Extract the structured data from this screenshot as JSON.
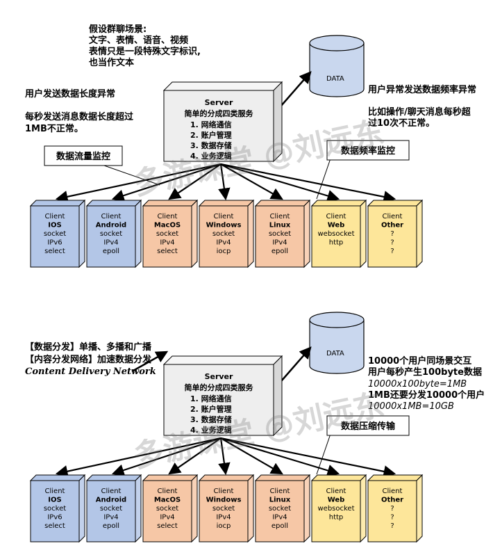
{
  "colors": {
    "ios": "#b3c6e7",
    "android": "#b3c6e7",
    "macos": "#f6c7a6",
    "windows": "#f6c7a6",
    "linux": "#f6c7a6",
    "web": "#fde69a",
    "other": "#fde69a",
    "server": "#eeeeee",
    "database": "#c9d7ee",
    "outline": "#000000"
  },
  "server": {
    "title": "Server",
    "subtitle": "简单的分成四类服务",
    "items": [
      "1.  网络通信",
      "2.  账户管理",
      "3.  数据存储",
      "4.  业务逻辑"
    ]
  },
  "database": {
    "label": "DATA"
  },
  "clients": [
    {
      "key": "ios",
      "lines": [
        "Client",
        "IOS",
        "socket",
        "IPv6",
        "select"
      ]
    },
    {
      "key": "android",
      "lines": [
        "Client",
        "Android",
        "socket",
        "IPv4",
        "epoll"
      ]
    },
    {
      "key": "macos",
      "lines": [
        "Client",
        "MacOS",
        "socket",
        "IPv4",
        "select"
      ]
    },
    {
      "key": "windows",
      "lines": [
        "Client",
        "Windows",
        "socket",
        "IPv4",
        "iocp"
      ]
    },
    {
      "key": "linux",
      "lines": [
        "Client",
        "Linux",
        "socket",
        "IPv4",
        "epoll"
      ]
    },
    {
      "key": "web",
      "lines": [
        "Client",
        "Web",
        "websocket",
        "http"
      ]
    },
    {
      "key": "other",
      "lines": [
        "Client",
        "Other",
        "?",
        "?",
        "?"
      ]
    }
  ],
  "top": {
    "assumption": [
      "假设群聊场景:",
      "文字、表情、语音、视频",
      "表情只是一段特殊文字标识,",
      "也当作文本"
    ],
    "length_anomaly": [
      "用户发送数据长度异常",
      "",
      "每秒发送消息数据长度超过",
      "1MB不正常。"
    ],
    "freq_anomaly": [
      "用户异常发送数据频率异常",
      "",
      "比如操作/聊天消息每秒超",
      "过10次不正常。"
    ],
    "flow_monitor_callout": "数据流量监控",
    "freq_monitor_callout": "数据频率监控"
  },
  "bottom": {
    "distribution": [
      "【数据分发】单播、多播和广播",
      "【内容分发网络】加速数据分发"
    ],
    "cdn_label": "Content Delivery Network",
    "calc": [
      "10000个用户同场景交互",
      "用户每秒产生100byte数据",
      "10000x100byte=1MB",
      "1MB还要分发10000个用户",
      "10000x1MB=10GB"
    ],
    "compress_callout": "数据压缩传输"
  },
  "watermark": "多游课堂 @刘远东"
}
